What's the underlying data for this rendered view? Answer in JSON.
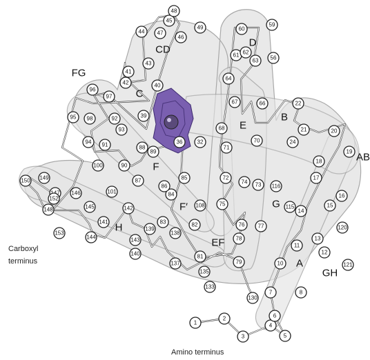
{
  "segments": [
    "A",
    "AB",
    "B",
    "C",
    "CD",
    "D",
    "E",
    "EF",
    "F",
    "F′",
    "FG",
    "G",
    "GH",
    "H"
  ],
  "terminus_labels": {
    "carboxyl_line1": "Carboxyl",
    "carboxyl_line2": "terminus",
    "amino": "Amino terminus"
  },
  "residue_numbers": [
    "1",
    "2",
    "3",
    "4",
    "5",
    "6",
    "7",
    "8",
    "10",
    "11",
    "12",
    "13",
    "14",
    "15",
    "16",
    "17",
    "18",
    "19",
    "20",
    "21",
    "22",
    "24",
    "32",
    "36",
    "39",
    "40",
    "41",
    "42",
    "43",
    "44",
    "45",
    "46",
    "47",
    "48",
    "49",
    "56",
    "59",
    "60",
    "61",
    "62",
    "63",
    "64",
    "66",
    "67",
    "68",
    "70",
    "71",
    "72",
    "73",
    "74",
    "75",
    "76",
    "77",
    "78",
    "79",
    "81",
    "82",
    "83",
    "84",
    "85",
    "86",
    "87",
    "88",
    "89",
    "90",
    "91",
    "92",
    "93",
    "94",
    "95",
    "96",
    "97",
    "98",
    "100",
    "101",
    "108",
    "115",
    "116",
    "120",
    "121",
    "130",
    "133",
    "135",
    "137",
    "138",
    "139",
    "140",
    "141",
    "142",
    "143",
    "144",
    "145",
    "146",
    "147",
    "148",
    "149",
    "150",
    "152",
    "153"
  ],
  "heme": {
    "color": "#7a5fb0"
  }
}
